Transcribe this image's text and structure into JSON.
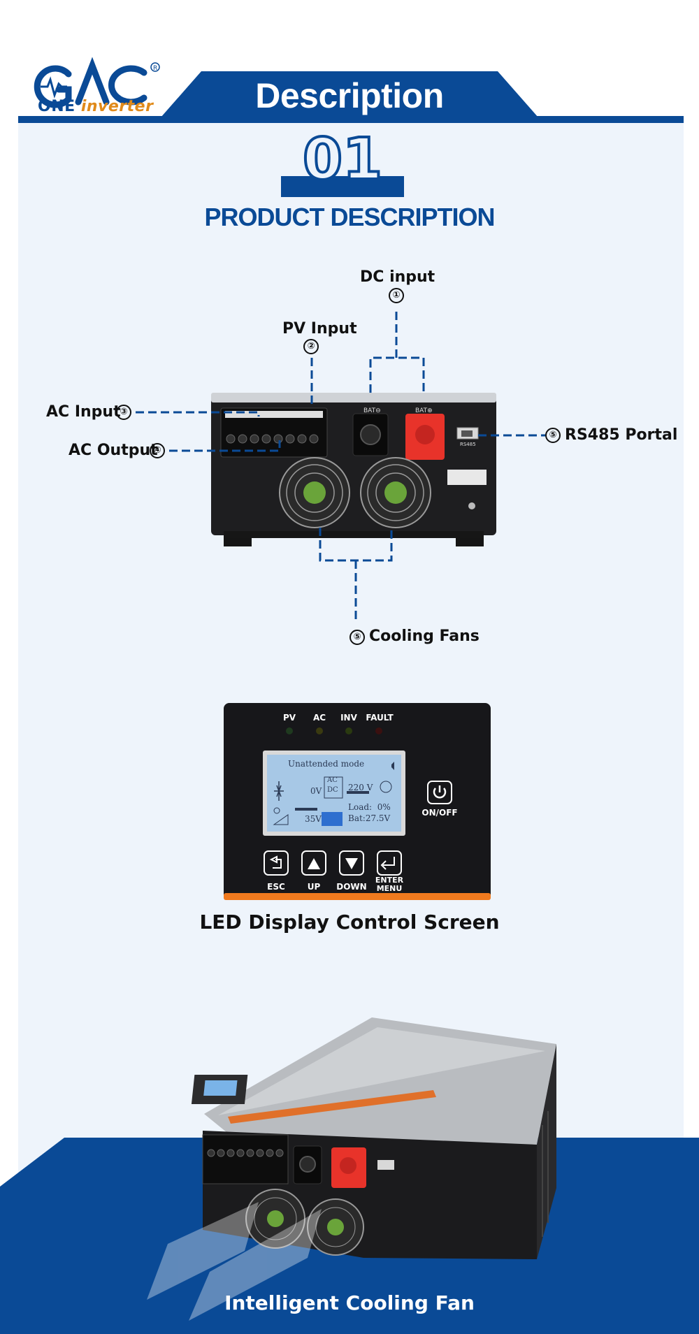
{
  "header": {
    "title": "Description"
  },
  "logo": {
    "brand_one": "ONE ",
    "brand_inverter": "inverter",
    "registered": "®"
  },
  "section": {
    "number": "01",
    "title": "PRODUCT DESCRIPTION"
  },
  "rear_panel": {
    "callouts": [
      {
        "num": "①",
        "label": "DC input"
      },
      {
        "num": "②",
        "label": "PV Input"
      },
      {
        "num": "③",
        "label": "AC Input"
      },
      {
        "num": "④",
        "label": "AC Output"
      },
      {
        "num": "⑤",
        "label": "RS485 Portal"
      },
      {
        "num": "⑤",
        "label": "Cooling Fans"
      }
    ],
    "port_labels": {
      "bat_neg": "BAT⊖",
      "bat_pos": "BAT⊕",
      "rs485": "RS485"
    }
  },
  "control_panel": {
    "leds": [
      "PV",
      "AC",
      "INV",
      "FAULT"
    ],
    "lcd": {
      "mode": "Unattended mode",
      "ac_dc_top": "AC",
      "ac_dc_bottom": "DC",
      "pv_voltage": "0V",
      "ac_voltage": "220 V",
      "pv_power": "35V",
      "load": "Load:  0%",
      "battery": "Bat:27.5V"
    },
    "power_button": "ON/OFF",
    "buttons": [
      "ESC",
      "UP",
      "DOWN",
      "ENTER\nMENU"
    ],
    "caption": "LED Display Control Screen"
  },
  "bottom": {
    "caption": "Intelligent Cooling Fan"
  },
  "colors": {
    "brand_blue": "#0a4a96",
    "accent_orange": "#e08a1a",
    "terminal_red": "#e8332a"
  }
}
